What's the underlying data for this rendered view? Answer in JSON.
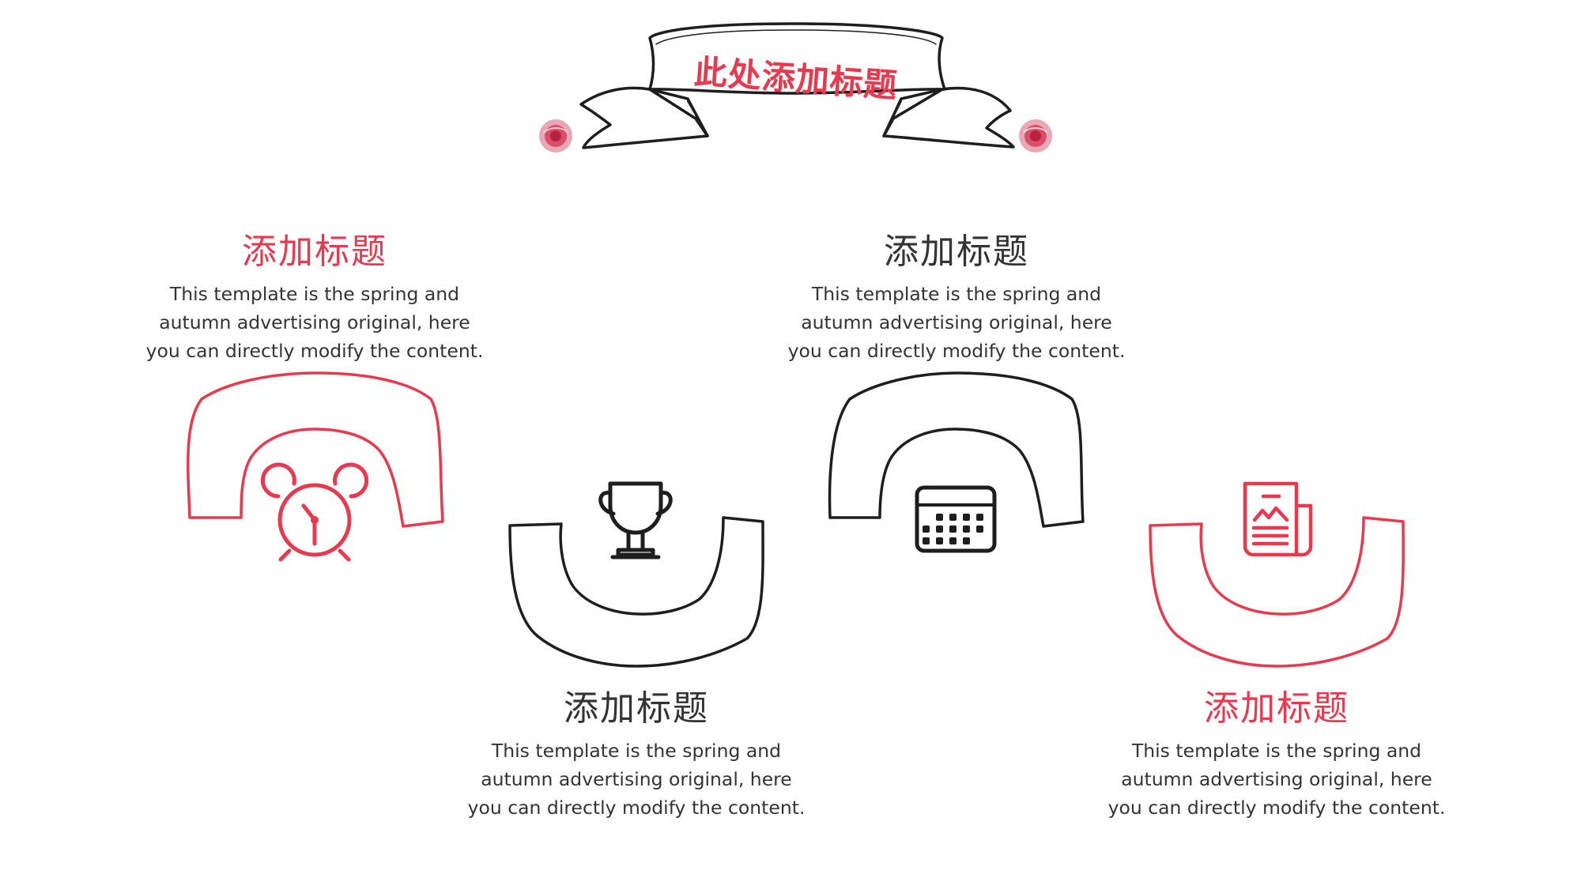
{
  "banner": {
    "title": "此处添加标题"
  },
  "colors": {
    "accent": "#e8394f",
    "ink": "#222222",
    "text": "#333333"
  },
  "items": [
    {
      "title": "添加标题",
      "color": "#e8394f",
      "icon": "alarm-clock-icon",
      "lines": [
        "This template is the spring and",
        "autumn advertising original, here",
        "you can directly modify the content."
      ]
    },
    {
      "title": "添加标题",
      "color": "#333333",
      "icon": "trophy-icon",
      "lines": [
        "This template is the spring and",
        "autumn advertising original, here",
        "you can directly modify the content."
      ]
    },
    {
      "title": "添加标题",
      "color": "#333333",
      "icon": "calendar-icon",
      "lines": [
        "This template is the spring and",
        "autumn advertising original, here",
        "you can directly modify the content."
      ]
    },
    {
      "title": "添加标题",
      "color": "#e8394f",
      "icon": "newspaper-icon",
      "lines": [
        "This template is the spring and",
        "autumn advertising original, here",
        "you can directly modify the content."
      ]
    }
  ]
}
